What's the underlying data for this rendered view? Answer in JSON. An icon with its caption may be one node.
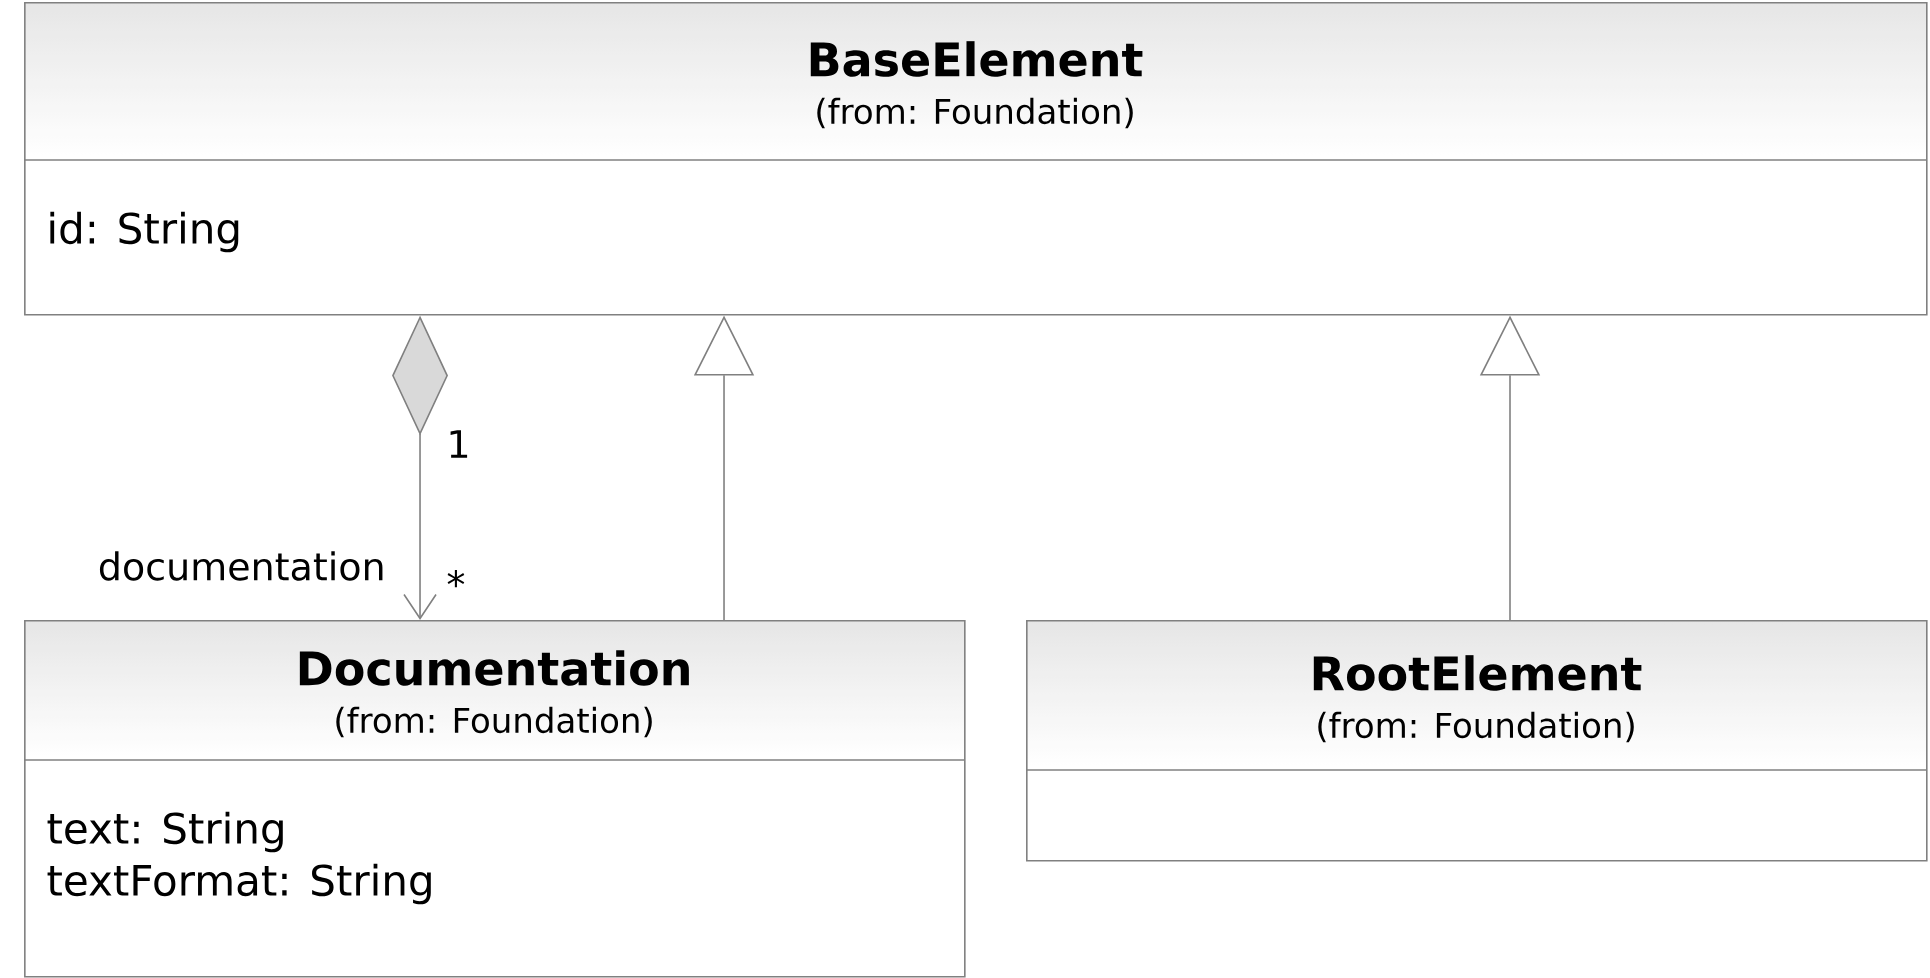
{
  "diagram": {
    "nodes": [
      {
        "text": [
          "BaseElement",
          "(from: Foundation)",
          "id: String"
        ]
      },
      {
        "text": [
          "Documentation",
          "(from: Foundation)",
          "text: String",
          "textFormat: String"
        ]
      },
      {
        "text": [
          "RootElement",
          "(from: Foundation)"
        ]
      }
    ],
    "edges": [
      {
        "from": 0,
        "to": 1,
        "arrow": "to",
        "label": "documentation"
      },
      {
        "from": 1,
        "to": 0,
        "arrow": "to"
      },
      {
        "from": 2,
        "to": 0,
        "arrow": "to"
      }
    ],
    "labels": [
      "1",
      "*"
    ]
  }
}
